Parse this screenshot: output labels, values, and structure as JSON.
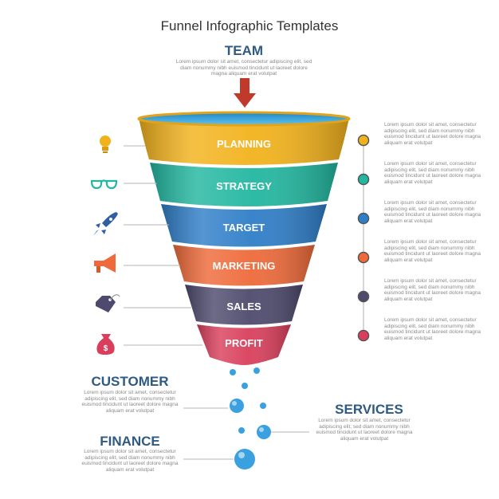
{
  "title": "Funnel Infographic Templates",
  "top_label": "TEAM",
  "top_text": "Lorem ipsum dolor sit amet, consectetur adipiscing elit, sed diam nonummy nibh euismod tincidunt ut laoreet dolore magna aliquam erat volutpat",
  "tiers": [
    {
      "label": "PLANNING",
      "color": "#f2b21c",
      "icon": "lightbulb-icon",
      "dot": "#f2b21c"
    },
    {
      "label": "STRATEGY",
      "color": "#22b7a0",
      "icon": "glasses-icon",
      "dot": "#22b7a0"
    },
    {
      "label": "TARGET",
      "color": "#2f7ec8",
      "icon": "rocket-icon",
      "dot": "#2f7ec8"
    },
    {
      "label": "MARKETING",
      "color": "#ee6a3a",
      "icon": "megaphone-icon",
      "dot": "#ee6a3a"
    },
    {
      "label": "SALES",
      "color": "#4e4a6d",
      "icon": "price-tag-icon",
      "dot": "#4e4a6d"
    },
    {
      "label": "PROFIT",
      "color": "#d93f5c",
      "icon": "money-bag-icon",
      "dot": "#d93f5c"
    }
  ],
  "side_text": "Lorem ipsum dolor sit amet, consectetur adipiscing elit, sed diam nonummy nibh euismod tincidunt ut laoreet dolore magna aliquam erat volutpat",
  "customer": {
    "label": "CUSTOMER",
    "text": "Lorem ipsum dolor sit amet, consectetur adipiscing elit, sed diam nonummy nibh euismod tincidunt ut laoreet dolore magna aliquam erat volutpat"
  },
  "finance": {
    "label": "FINANCE",
    "text": "Lorem ipsum dolor sit amet, consectetur adipiscing elit, sed diam nonummy nibh euismod tincidunt ut laoreet dolore magna aliquam erat volutpat"
  },
  "services": {
    "label": "SERVICES",
    "text": "Lorem ipsum dolor sit amet, consectetur adipiscing elit, sed diam nonummy nibh euismod tincidunt ut laoreet dolore magna aliquam erat volutpat"
  },
  "arrow_color": "#c0392b",
  "bubble_color": "#3aa0e0"
}
